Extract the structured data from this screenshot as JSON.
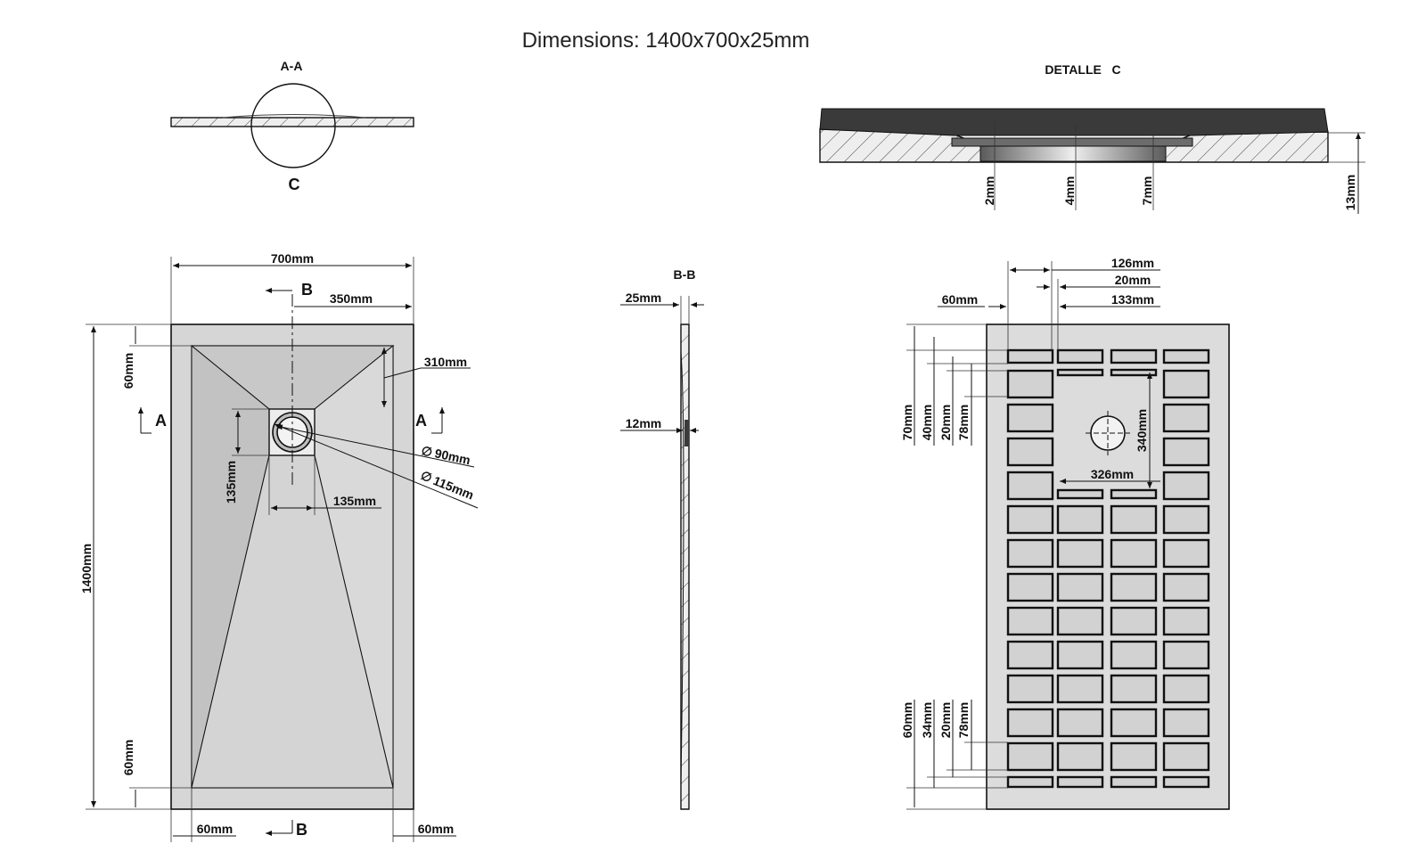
{
  "title": "Dimensions: 1400x700x25mm",
  "section_aa": {
    "label": "A-A",
    "detail_marker": "C"
  },
  "detail_c": {
    "label": "DETALLE   C",
    "dims": [
      "2mm",
      "4mm",
      "7mm",
      "13mm"
    ]
  },
  "top_view": {
    "width": "700mm",
    "half_width": "350mm",
    "length": "1400mm",
    "top_margin": "60mm",
    "bottom_margin": "60mm",
    "left_margin": "60mm",
    "right_margin": "60mm",
    "slope_length": "310mm",
    "drain_box_height": "135mm",
    "drain_box_width": "135mm",
    "drain_inner": "90mm",
    "drain_outer": "115mm",
    "section_a_left": "A",
    "section_a_right": "A",
    "section_b_top": "B",
    "section_b_bottom": "B"
  },
  "section_bb": {
    "label": "B-B",
    "thickness": "25mm",
    "inner": "12mm"
  },
  "bottom_view": {
    "top_dims": [
      "126mm",
      "20mm",
      "133mm",
      "60mm"
    ],
    "left_top_dims": [
      "70mm",
      "40mm",
      "20mm",
      "78mm"
    ],
    "center_dims": [
      "340mm",
      "326mm"
    ],
    "left_bottom_dims": [
      "60mm",
      "34mm",
      "20mm",
      "78mm"
    ]
  },
  "colors": {
    "tray_fill": "#d6d6d6",
    "slope_dark": "#c4c4c4",
    "cell_fill": "#d2d2d2",
    "detail_top": "#3a3a3a"
  }
}
